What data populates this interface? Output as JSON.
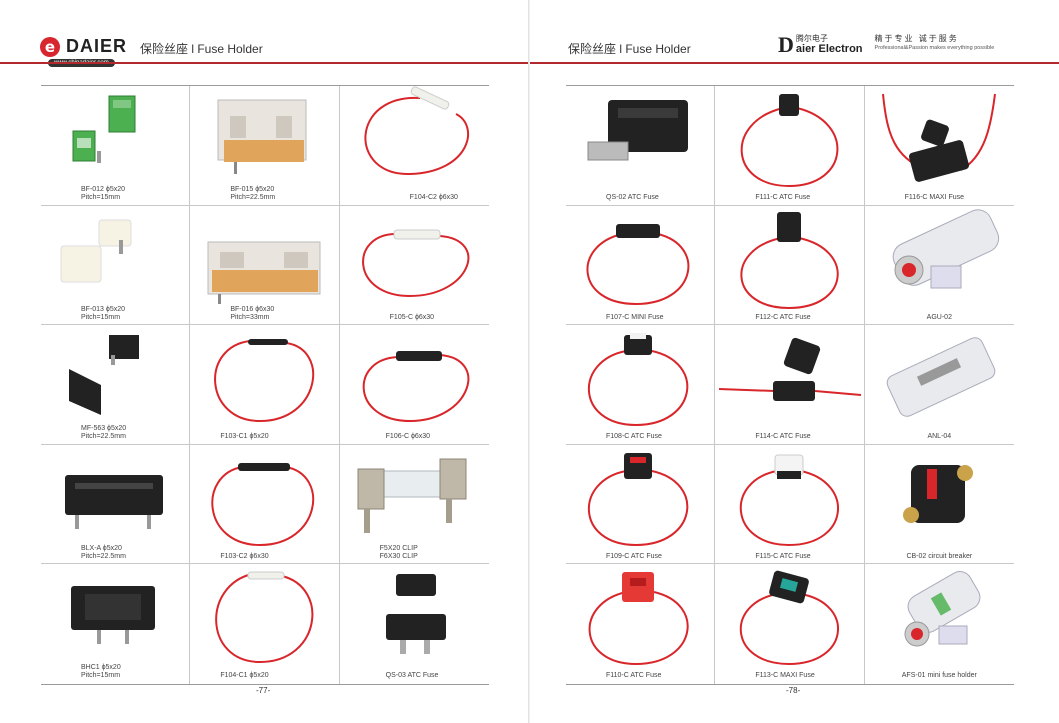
{
  "left": {
    "logo_mark": "e",
    "logo_text": "DAIER",
    "logo_url": "www.chinadaier.com",
    "header_title": "保险丝座 l Fuse Holder",
    "page_number": "-77-",
    "cells": [
      {
        "lines": [
          "BF-012  ϕ5x20",
          "Pitch=15mm"
        ]
      },
      {
        "lines": [
          "BF-015  ϕ5x20",
          "Pitch=22.5mm"
        ]
      },
      {
        "lines": [
          "F104-C2  ϕ6x30"
        ]
      },
      {
        "lines": [
          "BF-013  ϕ5x20",
          "Pitch=15mm"
        ]
      },
      {
        "lines": [
          "BF-016  ϕ6x30",
          "Pitch=33mm"
        ]
      },
      {
        "lines": [
          "F105-C  ϕ6x30"
        ]
      },
      {
        "lines": [
          "MF-563  ϕ5x20",
          "Pitch=22.5mm"
        ]
      },
      {
        "lines": [
          "F103-C1  ϕ5x20"
        ]
      },
      {
        "lines": [
          "F106-C  ϕ6x30"
        ]
      },
      {
        "lines": [
          "BLX-A  ϕ5x20",
          "Pitch=22.5mm"
        ]
      },
      {
        "lines": [
          "F103-C2  ϕ6x30"
        ]
      },
      {
        "lines": [
          "F5X20  CLIP",
          "F6X30  CLIP"
        ]
      },
      {
        "lines": [
          "BHC1  ϕ5x20",
          "Pitch=15mm"
        ]
      },
      {
        "lines": [
          "F104-C1  ϕ5x20"
        ]
      },
      {
        "lines": [
          "QS-03   ATC Fuse"
        ]
      }
    ]
  },
  "right": {
    "header_title": "保险丝座 l Fuse Holder",
    "brand_d": "D",
    "brand_cn": "腾尔电子",
    "brand_en": "aier Electron",
    "slogan_cn": "精于专业  诚于服务",
    "slogan_en": "Professional&Passion makes everything possible",
    "page_number": "-78-",
    "cells": [
      {
        "lines": [
          "QS-02   ATC Fuse"
        ]
      },
      {
        "lines": [
          "F111-C   ATC Fuse"
        ]
      },
      {
        "lines": [
          "F116-C   MAXI Fuse"
        ]
      },
      {
        "lines": [
          "F107-C   MINI Fuse"
        ]
      },
      {
        "lines": [
          "F112-C   ATC Fuse"
        ]
      },
      {
        "lines": [
          "AGU-02"
        ]
      },
      {
        "lines": [
          "F108-C   ATC Fuse"
        ]
      },
      {
        "lines": [
          "F114-C   ATC Fuse"
        ]
      },
      {
        "lines": [
          "ANL-04"
        ]
      },
      {
        "lines": [
          "F109-C   ATC Fuse"
        ]
      },
      {
        "lines": [
          "F115-C   ATC Fuse"
        ]
      },
      {
        "lines": [
          "CB-02 circuit breaker"
        ]
      },
      {
        "lines": [
          "F110-C   ATC Fuse"
        ]
      },
      {
        "lines": [
          "F113-C   MAXI Fuse"
        ]
      },
      {
        "lines": [
          "AFS-01 mini fuse holder"
        ]
      }
    ]
  },
  "colors": {
    "brand_red": "#b3282d",
    "wire_red": "#d8262b",
    "holder_green": "#4caf50",
    "holder_black": "#222222"
  }
}
